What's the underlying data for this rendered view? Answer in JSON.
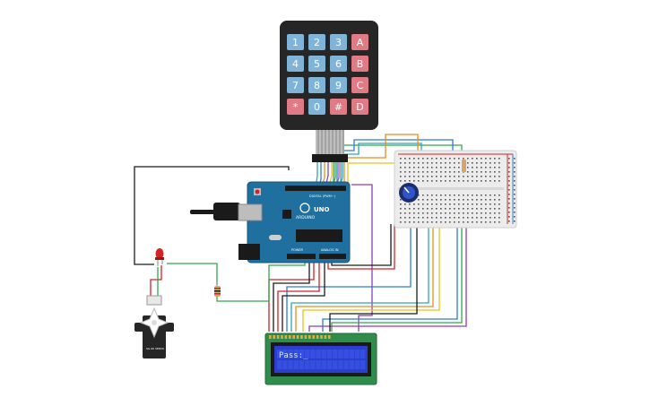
{
  "canvas": {
    "background": "#ffffff"
  },
  "keypad": {
    "keys": [
      [
        "1",
        "2",
        "3",
        "A"
      ],
      [
        "4",
        "5",
        "6",
        "B"
      ],
      [
        "7",
        "8",
        "9",
        "C"
      ],
      [
        "*",
        "0",
        "#",
        "D"
      ]
    ],
    "colors": {
      "frame": "#262626",
      "digit_key": "#7fb4d8",
      "letter_key": "#e07a84"
    }
  },
  "arduino": {
    "logo_text": "ARDUINO",
    "model_text": "UNO",
    "digital_label": "DIGITAL (PWM~)",
    "power_label": "POWER",
    "analog_label": "ANALOG IN",
    "board_color": "#1f6f9f"
  },
  "lcd": {
    "text": "Pass:_",
    "colors": {
      "pcb": "#2f8c4a",
      "screen": "#2a3fcf",
      "text": "#d8e4ff"
    }
  },
  "servo": {
    "label": "SG-90 SERVO"
  },
  "wire_colors": {
    "black": "#1a1a1a",
    "red": "#d42323",
    "green": "#2fa84a",
    "orange": "#e98b16",
    "yellow": "#e8c21a",
    "blue": "#2b7bd8",
    "purple": "#8e3fb5",
    "teal": "#2aa6b8",
    "pink": "#d04a8c"
  }
}
